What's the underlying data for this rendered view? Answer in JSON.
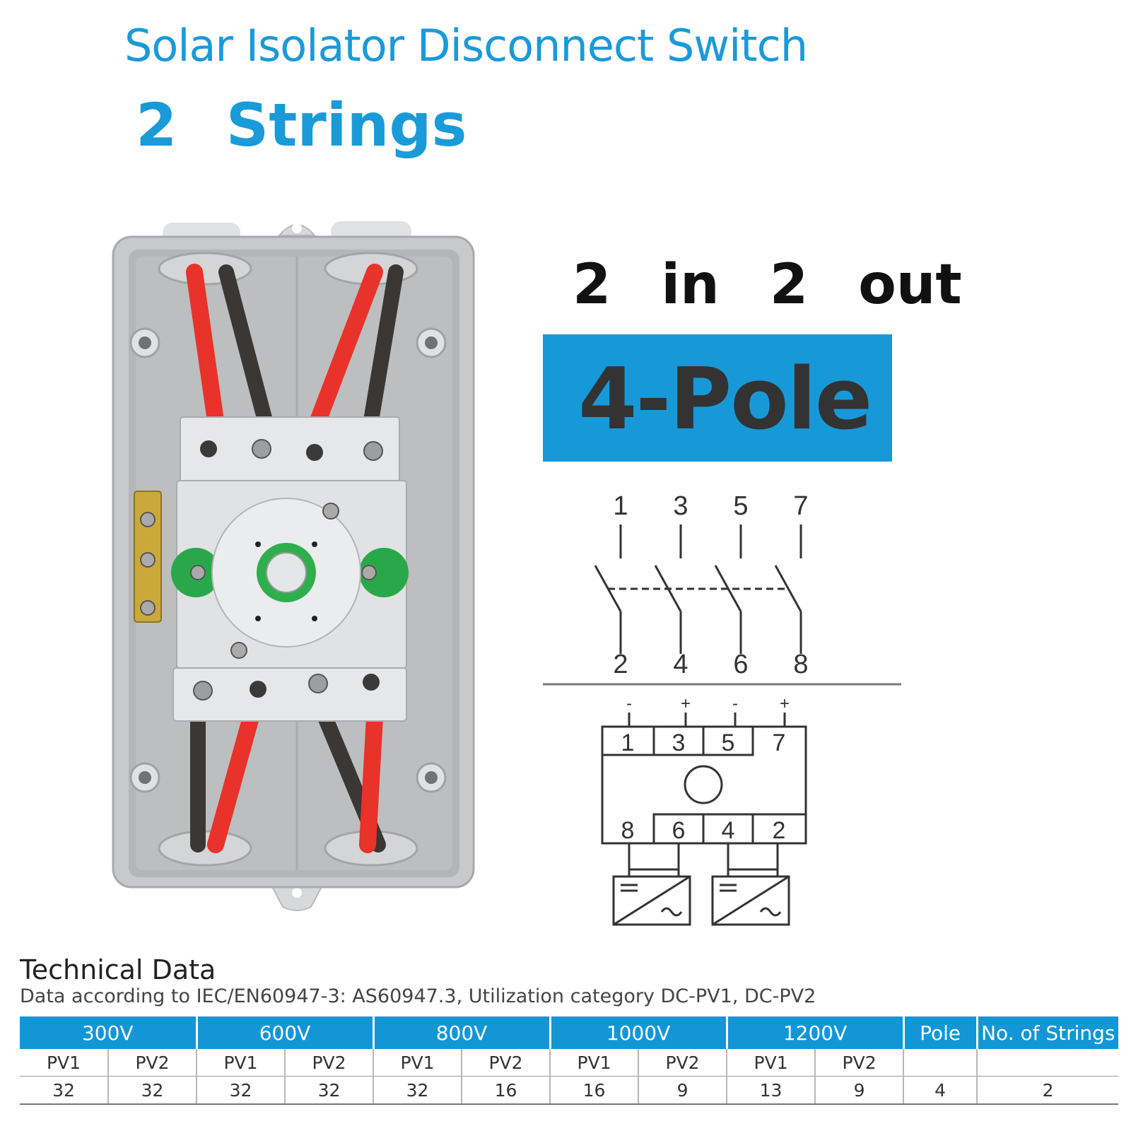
{
  "header": {
    "title": "Solar Isolator Disconnect Switch",
    "strings": "2 Strings"
  },
  "config": {
    "in_out": "2 in 2 out",
    "poles": "4-Pole"
  },
  "diagram": {
    "contacts_top": [
      "1",
      "3",
      "5",
      "7"
    ],
    "contacts_bottom": [
      "2",
      "4",
      "6",
      "8"
    ],
    "polarity": [
      "-",
      "+",
      "-",
      "+"
    ],
    "block_top": [
      "1",
      "3",
      "5",
      "7"
    ],
    "block_bottom": [
      "8",
      "6",
      "4",
      "2"
    ]
  },
  "technical": {
    "title": "Technical Data",
    "subtitle": "Data according to IEC/EN60947-3: AS60947.3, Utilization category DC-PV1, DC-PV2",
    "headers": [
      "300V",
      "600V",
      "800V",
      "1000V",
      "1200V",
      "Pole",
      "No. of Strings"
    ],
    "sub_headers": [
      "PV1",
      "PV2",
      "PV1",
      "PV2",
      "PV1",
      "PV2",
      "PV1",
      "PV2",
      "PV1",
      "PV2"
    ],
    "values": [
      "32",
      "32",
      "32",
      "32",
      "32",
      "16",
      "16",
      "9",
      "13",
      "9",
      "4",
      "2"
    ]
  },
  "colors": {
    "accent": "#1a9ad9",
    "cable_red": "#e8322a",
    "cable_dark": "#3b3735",
    "enclosure": "#c9cbcc"
  }
}
